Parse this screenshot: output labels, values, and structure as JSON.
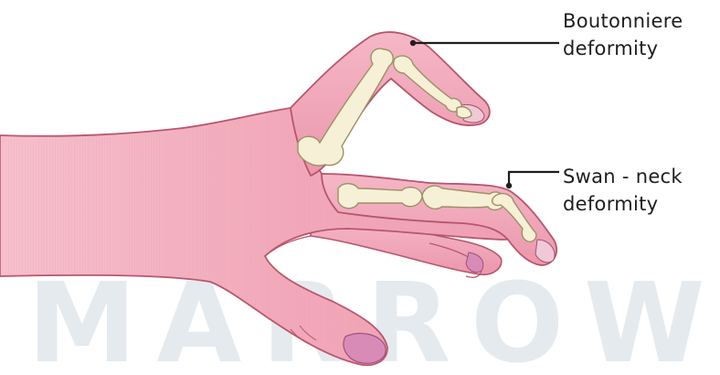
{
  "labels": {
    "boutonniere": {
      "line1": "Boutonniere",
      "line2": "deformity"
    },
    "swan_neck": {
      "line1": "Swan - neck",
      "line2": "deformity"
    }
  },
  "watermark": "MARROW",
  "colors": {
    "skin": "#f3aebd",
    "skin_dark": "#e58ea5",
    "skin_outline": "#b7556e",
    "bone": "#f6f0d6",
    "bone_outline": "#9c9066",
    "nail": "#d98bb8",
    "callout_line": "#1e1e1e",
    "watermark": "#dde3ea"
  }
}
